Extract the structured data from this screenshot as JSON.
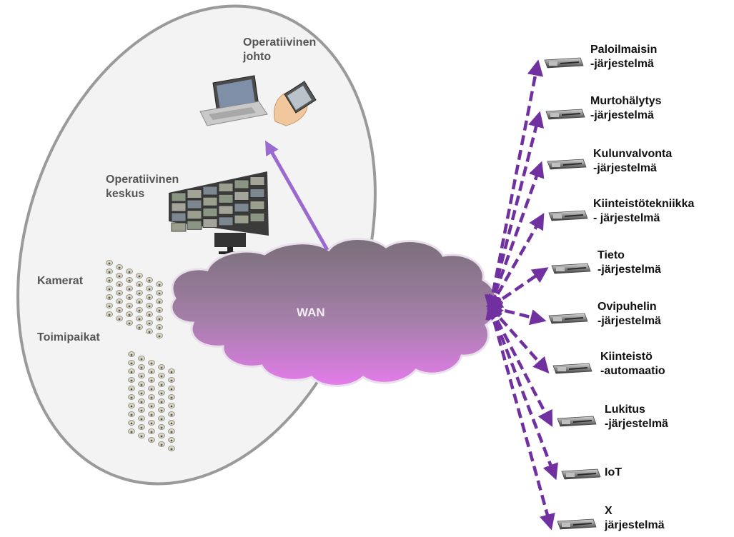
{
  "left_zone": {
    "operational_management": [
      "Operatiivinen",
      "johto"
    ],
    "operations_center": [
      "Operatiivinen",
      "keskus"
    ],
    "cameras": "Kamerat",
    "sites": "Toimipaikat"
  },
  "network": {
    "label": "WAN"
  },
  "systems": [
    {
      "lines": [
        "Paloilmaisin",
        "-järjestelmä"
      ]
    },
    {
      "lines": [
        "Murtohälytys",
        "-järjestelmä"
      ]
    },
    {
      "lines": [
        "Kulunvalvonta",
        "-järjestelmä"
      ]
    },
    {
      "lines": [
        "Kiinteistötekniikka",
        "- järjestelmä"
      ]
    },
    {
      "lines": [
        "Tieto",
        "-järjestelmä"
      ]
    },
    {
      "lines": [
        "Ovipuhelin",
        "-järjestelmä"
      ]
    },
    {
      "lines": [
        "Kiinteistö",
        "-automaatio"
      ]
    },
    {
      "lines": [
        "Lukitus",
        "-järjestelmä"
      ]
    },
    {
      "lines": [
        "IoT"
      ]
    },
    {
      "lines": [
        "X",
        "järjestelmä"
      ]
    }
  ],
  "colors": {
    "arrow": "#7030a0",
    "cloud_top": "#7a6f7a",
    "cloud_bottom": "#e07ae6",
    "zone_fill": "#f3f3f3",
    "zone_border": "#999999"
  }
}
